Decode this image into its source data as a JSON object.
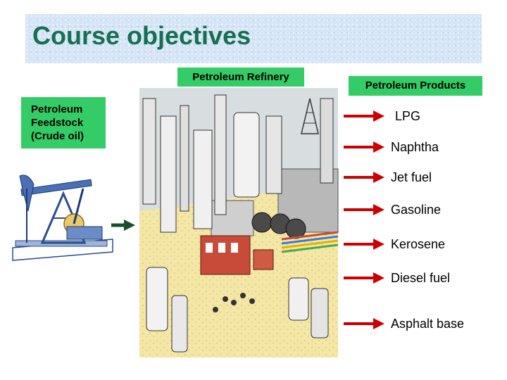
{
  "title": "Course objectives",
  "refinery_label": "Petroleum Refinery",
  "feedstock_label": {
    "line1": "Petroleum",
    "line2": "Feedstock",
    "line3": "(Crude oil)"
  },
  "products_label": "Petroleum Products",
  "products": [
    "LPG",
    "Naphtha",
    "Jet fuel",
    "Gasoline",
    "Kerosene",
    "Diesel fuel",
    "Asphalt base"
  ],
  "colors": {
    "title_text": "#156f50",
    "title_background": "#d6e6f6",
    "label_green": "#33cc66",
    "arrow_red": "#cc0000",
    "arrow_input": "#1a4d2e"
  },
  "icons": [
    "oil-pump-icon",
    "refinery-illustration"
  ]
}
